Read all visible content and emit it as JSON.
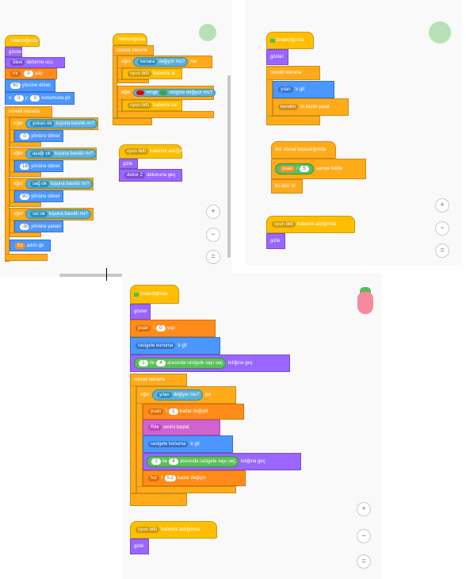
{
  "common": {
    "when_flag": "tıklandığında",
    "show": "göster",
    "hide": "gizle",
    "forever": "sürekli tekrarla",
    "if": "eğer",
    "then": "ise",
    "zoom_in": "+",
    "zoom_out": "−",
    "zoom_reset": "="
  },
  "top_left": {
    "s1": "5lexi",
    "s1b": "deforme ucu",
    "s2a": "mr",
    "s2b": "0",
    "s2c": "yap",
    "s3a": "90",
    "s3b": "yönüne dönel",
    "s4a": "0",
    "s4b": "y:",
    "s4c": "0",
    "s4d": "konumuna git",
    "if1a": "yukarı ok",
    "if1b": "tuşuna basıldı mı?",
    "if1c": "0",
    "if1d": "yönüne dönel",
    "if2a": "aşağı ok",
    "if2b": "tuşuna basıldı mı?",
    "if2c": "180",
    "if2d": "yönüne dönel",
    "if3a": "sağ ok",
    "if3b": "tuşuna basıldı mı?",
    "if3c": "90",
    "if3d": "yönüne dönel",
    "if4a": "sol ok",
    "if4b": "tuşuna basıldı mı?",
    "if4c": "-90",
    "if4d": "yönüne yanan",
    "last_a": "bu",
    "last_b": "adım git",
    "x_label": "x:",
    "s5a": "oyun bitti",
    "s5b": "haberini al",
    "s6a": "renge",
    "s6b": "rengine değiyor mu?",
    "s7a": "oyun bitti",
    "s7b": "haberini sal",
    "s8a": "oyun bitti",
    "s8b": "haberini aldığımda",
    "s8c": "dekor 2",
    "s8d": "dekoruna geç"
  },
  "top_right": {
    "forever_a": "yılan",
    "forever_b": "'e git",
    "clone_a": "kendim",
    "clone_b": "'in ikizini yarat",
    "clone_hat": "ikiz olarak başladığımda",
    "wait_a": "puan",
    "wait_b": "/",
    "wait_c": "5",
    "wait_d": "saniye bekle",
    "del_clone": "bu ikizi sil",
    "msg_a": "oyun bitti",
    "msg_b": "haberini aldığımda"
  },
  "bottom": {
    "set_a": "puan",
    "set_b": "'i",
    "set_c": "0",
    "set_d": "yap",
    "goto_a": "rastgele konuma",
    "goto_b": "'e git",
    "costume_a": "1",
    "costume_b": "ile",
    "costume_c": "4",
    "costume_d": "arasında rastgele sayı seç",
    "costume_e": "kılığına geç",
    "touch_a": "yılan",
    "touch_b": "değiyor mu?",
    "change_a": "puan",
    "change_b": "'i",
    "change_c": "1",
    "change_d": "kadar değiştir",
    "sound_a": "Rite",
    "sound_b": "sesini başlat",
    "goto2_a": "rastgele konuma",
    "goto2_b": "'e git",
    "costume2_a": "1",
    "costume2_b": "ile",
    "costume2_c": "4",
    "costume2_d": "arasında rastgele sayı seç",
    "costume2_e": "kılığına geç",
    "speed_a": "hız",
    "speed_b": "'i",
    "speed_c": "0.2",
    "speed_d": "kadar değiştir",
    "msg_a": "oyun bitti",
    "msg_b": "haberini aldığımda"
  }
}
